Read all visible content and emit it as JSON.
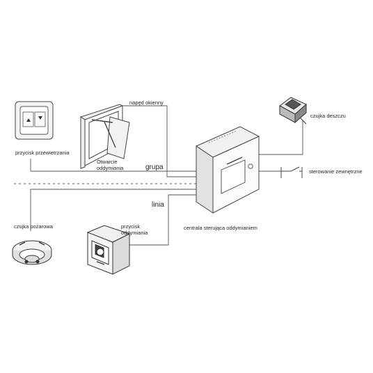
{
  "labels": {
    "ventilation_button": "przycisk przewietrzania",
    "window_drive": "napęd okienny",
    "smoke_opening_line1": "Otwarcie",
    "smoke_opening_line2": "oddymiania",
    "group": "grupa",
    "line": "linia",
    "rain_sensor": "czujka deszczu",
    "external_control": "sterowanie zewnętrzne",
    "fire_detector": "czujka pożarowa",
    "smoke_button_line1": "przycisk",
    "smoke_button_line2": "oddymiania",
    "control_unit": "centrala sterująca oddymianiem"
  },
  "colors": {
    "line": "#555555",
    "device_fill": "#f2f2f2",
    "device_stroke": "#444444",
    "text": "#222222"
  },
  "icons": {
    "ventilation_button": "wall-switch-icon",
    "window": "roof-window-icon",
    "rain_sensor": "rain-sensor-icon",
    "external_control": "switch-contact-icon",
    "fire_detector": "smoke-detector-icon",
    "smoke_button": "emergency-button-icon",
    "control_unit": "control-panel-box-icon"
  }
}
